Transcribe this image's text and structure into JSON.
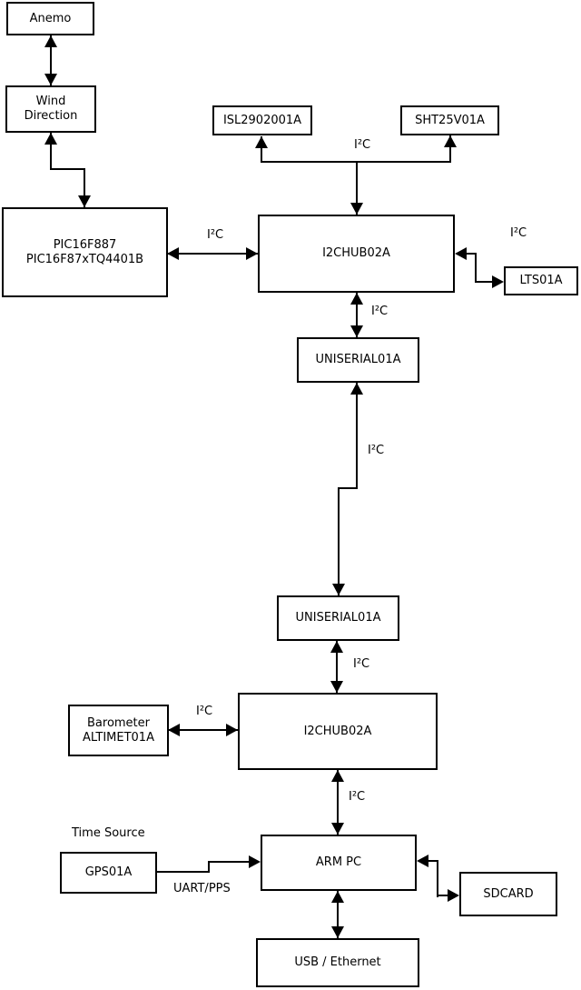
{
  "nodes": {
    "anemo": {
      "label": "Anemo"
    },
    "wind_direction": {
      "lines": [
        "Wind",
        "Direction"
      ]
    },
    "pic": {
      "lines": [
        "PIC16F887",
        "PIC16F87xTQ4401B"
      ]
    },
    "isl": {
      "label": "ISL2902001A"
    },
    "sht": {
      "label": "SHT25V01A"
    },
    "i2c_hub_1": {
      "label": "I2CHUB02A"
    },
    "lts": {
      "label": "LTS01A"
    },
    "uniserial_1": {
      "label": "UNISERIAL01A"
    },
    "uniserial_2": {
      "label": "UNISERIAL01A"
    },
    "i2c_hub_2": {
      "label": "I2CHUB02A"
    },
    "barometer": {
      "lines": [
        "Barometer",
        "ALTIMET01A"
      ]
    },
    "gps": {
      "label": "GPS01A"
    },
    "arm_pc": {
      "label": "ARM PC"
    },
    "sdcard": {
      "label": "SDCARD"
    },
    "usb_ethernet": {
      "label": "USB / Ethernet"
    }
  },
  "edge_labels": {
    "bus_isl_sht": "I²C",
    "pic_hub1": "I²C",
    "hub1_lts": "I²C",
    "hub1_uniserial1": "I²C",
    "uniserial_link": "I²C",
    "uniserial2_hub2": "I²C",
    "barometer_hub2": "I²C",
    "hub2_armpc": "I²C",
    "time_source": "Time Source",
    "gps_armpc": "UART/PPS"
  },
  "colors": {
    "background": "#ffffff",
    "box_fill": "#ffffff",
    "box_border": "#000000",
    "line": "#000000",
    "text": "#000000"
  }
}
